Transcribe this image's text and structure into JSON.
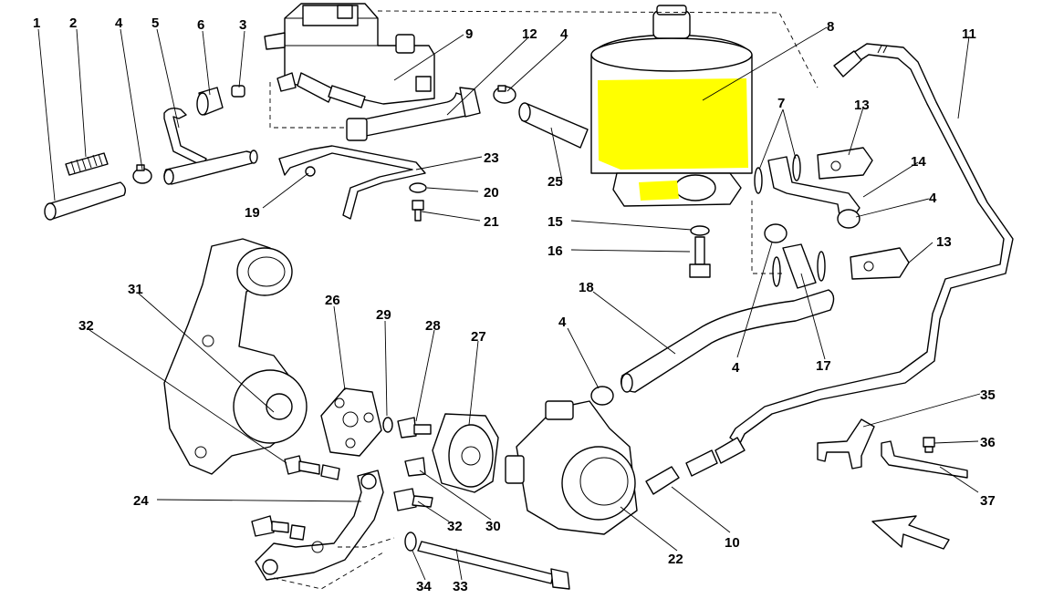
{
  "diagram": {
    "highlight_color": "#ffff00",
    "callouts": {
      "c1": "1",
      "c2": "2",
      "c3": "3",
      "c4a": "4",
      "c4b": "4",
      "c4c": "4",
      "c4d": "4",
      "c4e": "4",
      "c5": "5",
      "c6": "6",
      "c7": "7",
      "c8": "8",
      "c9": "9",
      "c10": "10",
      "c11": "11",
      "c12": "12",
      "c13a": "13",
      "c13b": "13",
      "c14": "14",
      "c15": "15",
      "c16": "16",
      "c17": "17",
      "c18": "18",
      "c19": "19",
      "c20": "20",
      "c21": "21",
      "c22": "22",
      "c23": "23",
      "c24": "24",
      "c25": "25",
      "c26": "26",
      "c27": "27",
      "c28": "28",
      "c29": "29",
      "c30": "30",
      "c31": "31",
      "c32a": "32",
      "c32b": "32",
      "c33": "33",
      "c34": "34",
      "c35": "35",
      "c36": "36",
      "c37": "37"
    },
    "icons": {
      "direction_arrow": "front-direction-arrow-icon"
    }
  }
}
